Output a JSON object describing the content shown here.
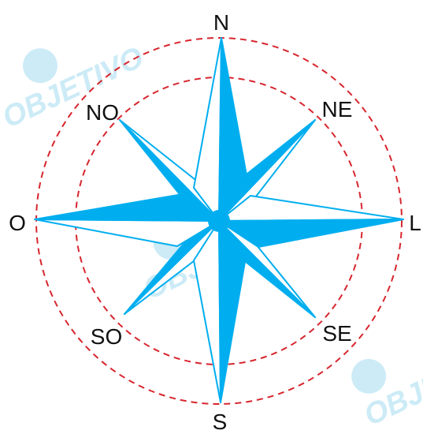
{
  "compass": {
    "labels": {
      "n": "N",
      "ne": "NE",
      "l": "L",
      "se": "SE",
      "s": "S",
      "so": "SO",
      "o": "O",
      "no": "NO"
    }
  },
  "watermark": {
    "text": "OBJETIVO"
  },
  "colors": {
    "star_fill": "#00AEEF",
    "star_outline": "#00AEEF",
    "circle_dash": "#D7262E",
    "label_text": "#111111",
    "watermark": "#B7E3F3"
  }
}
